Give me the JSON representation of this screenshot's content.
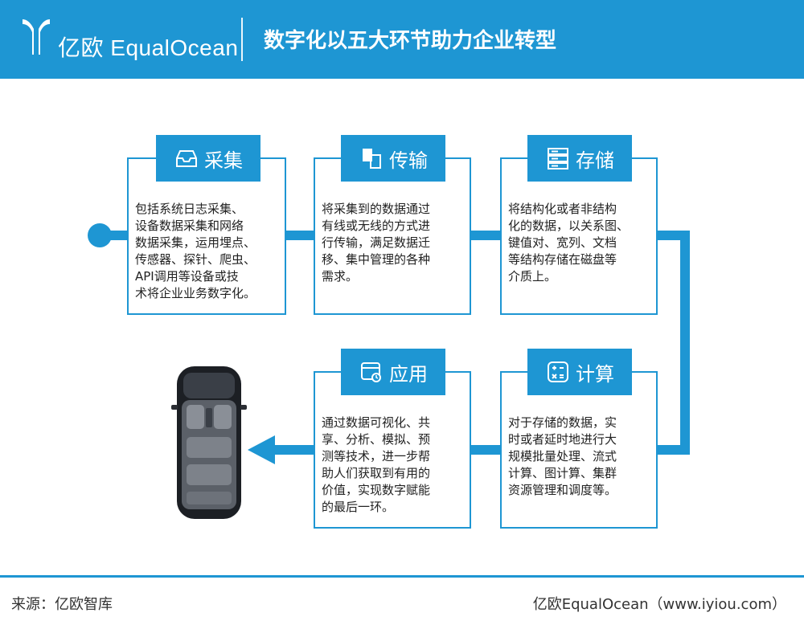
{
  "header": {
    "logo_text": "亿欧 EqualOcean",
    "title": "数字化以五大环节助力企业转型"
  },
  "stages": {
    "collect": {
      "label": "采集",
      "icon": "tray-icon",
      "text": [
        "包括系统日志采集、",
        "设备数据采集和网络",
        "数据采集，运用埋点、",
        "传感器、探针、爬虫、",
        "API调用等设备或技",
        "术将企业业务数字化。"
      ]
    },
    "transmit": {
      "label": "传输",
      "icon": "documents-icon",
      "text": [
        "将采集到的数据通过",
        "有线或无线的方式进",
        "行传输，满足数据迁",
        "移、集中管理的各种",
        "需求。"
      ]
    },
    "store": {
      "label": "存储",
      "icon": "server-icon",
      "text": [
        "将结构化或者非结构",
        "化的数据，以关系图、",
        "键值对、宽列、文档",
        "等结构存储在磁盘等",
        "介质上。"
      ]
    },
    "compute": {
      "label": "计算",
      "icon": "calculator-icon",
      "text": [
        "对于存储的数据，实",
        "时或者延时地进行大",
        "规模批量处理、流式",
        "计算、图计算、集群",
        "资源管理和调度等。"
      ]
    },
    "apply": {
      "label": "应用",
      "icon": "app-window-icon",
      "text": [
        "通过数据可视化、共",
        "享、分析、模拟、预",
        "测等技术，进一步帮",
        "助人们获取到有用的",
        "价值，实现数字赋能",
        "的最后一环。"
      ]
    }
  },
  "footer": {
    "source": "来源：亿欧智库",
    "brand": "亿欧EqualOcean（www.iyiou.com）"
  },
  "colors": {
    "accent": "#1e96d3",
    "text": "#222222"
  }
}
